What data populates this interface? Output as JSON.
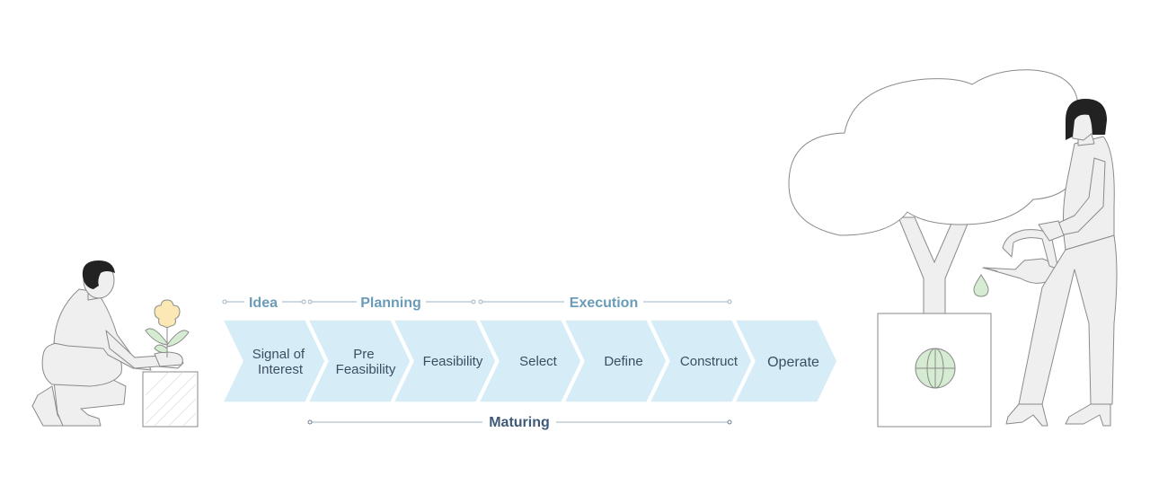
{
  "phases": [
    {
      "label": "Idea"
    },
    {
      "label": "Planning"
    },
    {
      "label": "Execution"
    }
  ],
  "stages": [
    {
      "lines": [
        "Signal of",
        "Interest"
      ]
    },
    {
      "lines": [
        "Pre",
        "Feasibility"
      ]
    },
    {
      "lines": [
        "Feasibility"
      ]
    },
    {
      "lines": [
        "Select"
      ]
    },
    {
      "lines": [
        "Define"
      ]
    },
    {
      "lines": [
        "Construct"
      ]
    },
    {
      "lines": [
        "Operate"
      ]
    }
  ],
  "maturing": {
    "label": "Maturing"
  },
  "colors": {
    "chevron_fill": "#d6ecf7",
    "phase_text": "#6a9bb9",
    "stage_text": "#3b4f63",
    "maturing_text": "#3e5a78",
    "line": "#9fb3c4",
    "illustration_fill": "#efefef",
    "illustration_stroke": "#8a8a8a",
    "hair": "#222222",
    "flower": "#fbe8b4",
    "leaf": "#d6ecd2"
  },
  "icons": [
    "kneeling-person-icon",
    "flower-icon",
    "planter-box-icon",
    "tree-icon",
    "globe-icon",
    "standing-woman-icon",
    "watering-can-icon",
    "water-drop-icon"
  ]
}
